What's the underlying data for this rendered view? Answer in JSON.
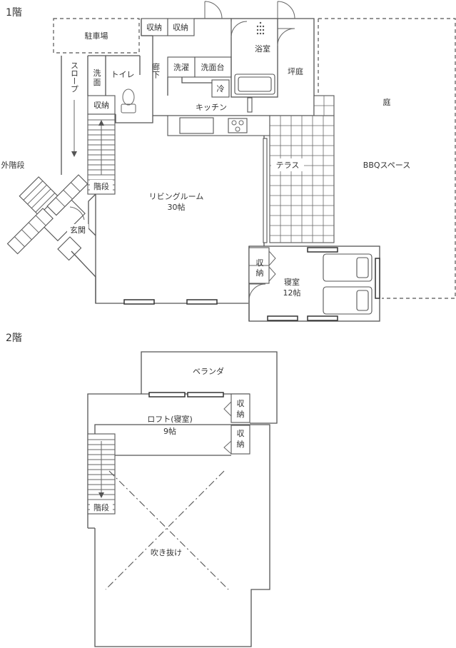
{
  "floor1": {
    "title": "1階",
    "rooms": {
      "parking": "駐車場",
      "storage1": "収納",
      "storage2": "収納",
      "bath": "浴室",
      "slope": "スロープ",
      "washroom_a": "洗",
      "washroom_b": "面",
      "toilet": "トイレ",
      "hallway": "廊下",
      "laundry": "洗濯",
      "washbasin": "洗面台",
      "fridge": "冷",
      "courtyard": "坪庭",
      "storage3": "収納",
      "kitchen": "キッチン",
      "garden": "庭",
      "outer_stairs": "外階段",
      "terrace": "テラス",
      "bbq": "BBQスペース",
      "stairs": "階段",
      "living": "リビングルーム",
      "living_size": "30帖",
      "entrance": "玄関",
      "storage4_a": "収",
      "storage4_b": "納",
      "bedroom": "寝室",
      "bedroom_size": "12帖"
    }
  },
  "floor2": {
    "title": "2階",
    "rooms": {
      "veranda": "ベランダ",
      "storage5_a": "収",
      "storage5_b": "納",
      "loft": "ロフト(寝室)",
      "loft_size": "9帖",
      "storage6_a": "収",
      "storage6_b": "納",
      "stairs": "階段",
      "atrium": "吹き抜け"
    }
  }
}
